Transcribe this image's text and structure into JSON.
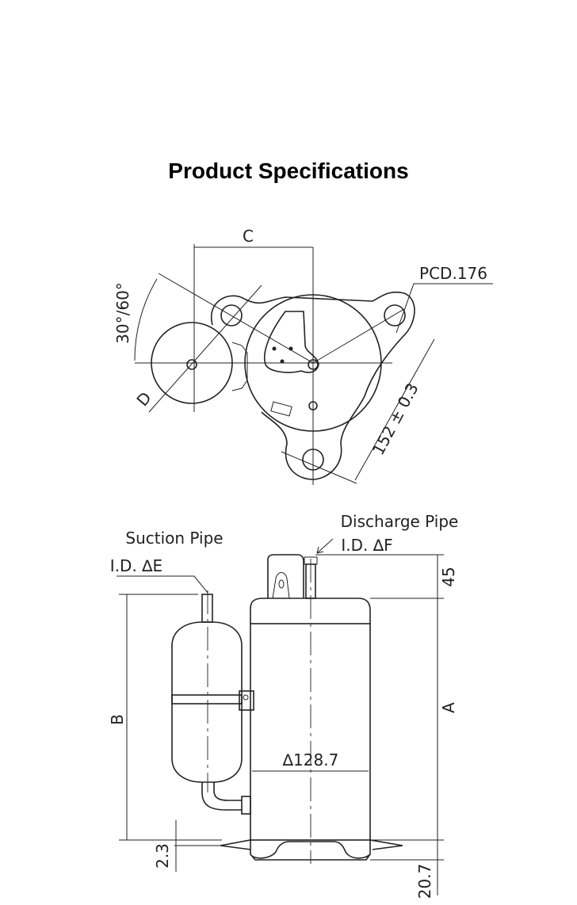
{
  "title": "Product Specifications",
  "top_view": {
    "dim_c": "C",
    "dim_d": "D",
    "angle": "30°/60°",
    "pcd": "PCD.176",
    "span": "152 ± 0.3"
  },
  "side_view": {
    "suction_label": "Suction Pipe",
    "suction_id": "I.D. ∆E",
    "discharge_label": "Discharge Pipe",
    "discharge_id": "I.D. ∆F",
    "dim_top": "45",
    "dim_a": "A",
    "dim_b": "B",
    "dim_base_gap": "2.3",
    "dim_foot": "20.7",
    "diameter": "∆128.7"
  }
}
